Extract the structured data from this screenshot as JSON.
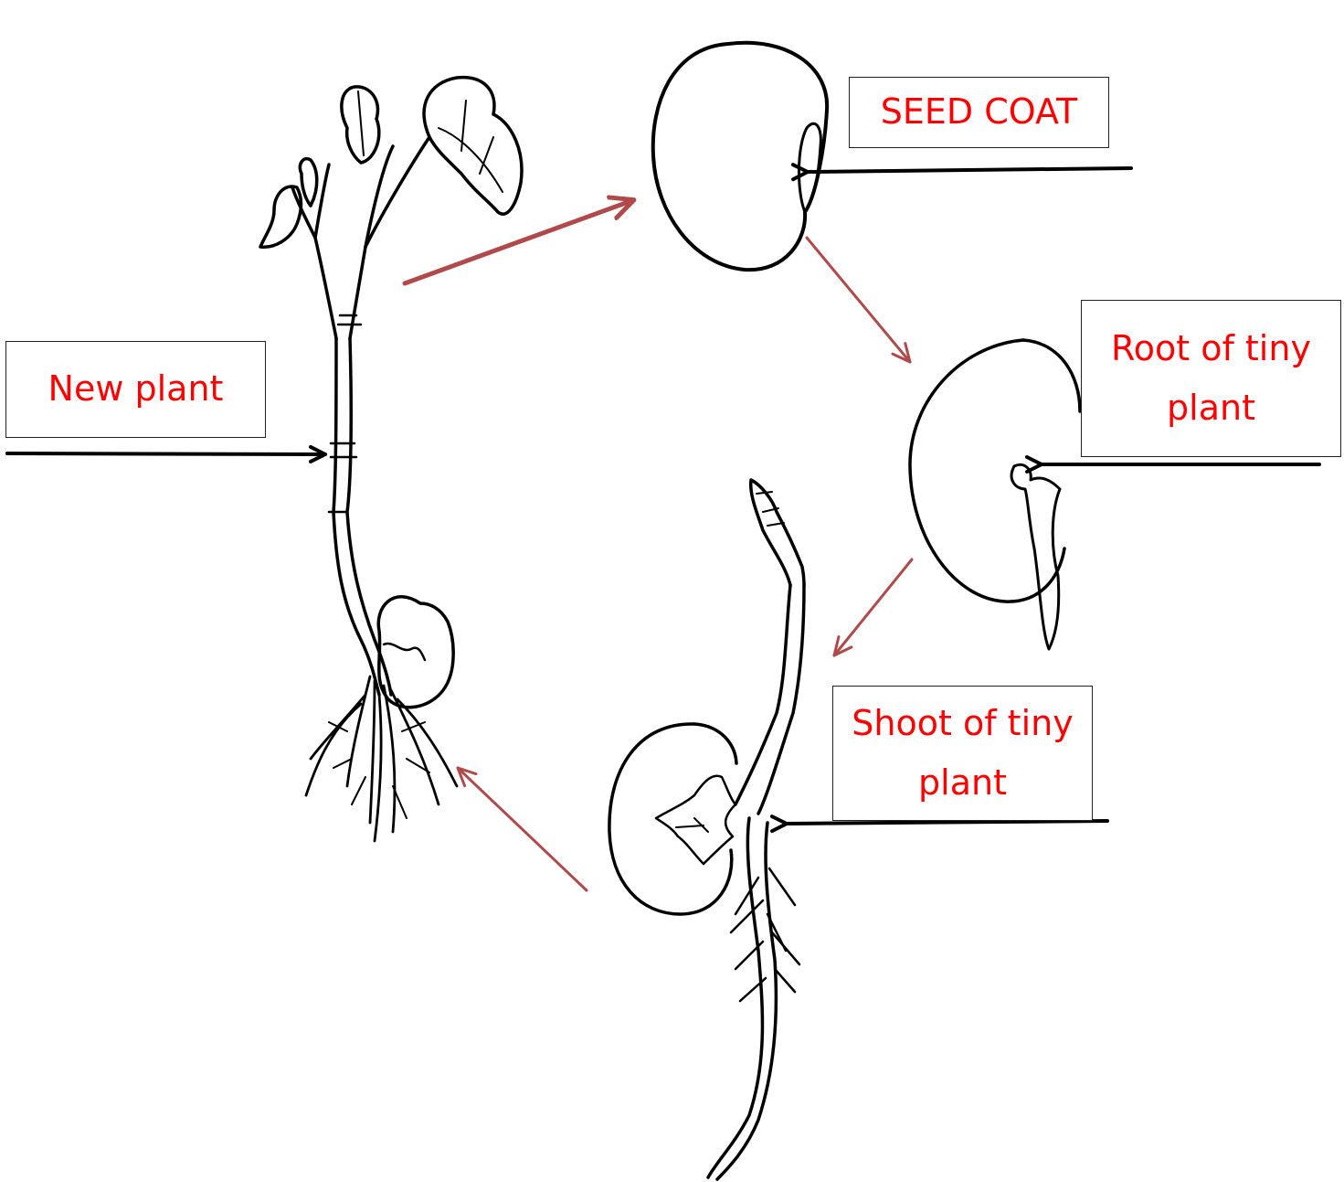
{
  "colors": {
    "label_text": "#ff0000",
    "cycle_arrow": "#b04a4a",
    "pointer_arrow": "#000000",
    "line_art": "#000000"
  },
  "labels": {
    "seed_coat": "SEED COAT",
    "root": "Root of tiny plant",
    "shoot": "Shoot of tiny plant",
    "new_plant": "New plant"
  },
  "stages": [
    "seed-icon",
    "germinating-seed-icon",
    "seedling-icon",
    "young-plant-icon"
  ]
}
